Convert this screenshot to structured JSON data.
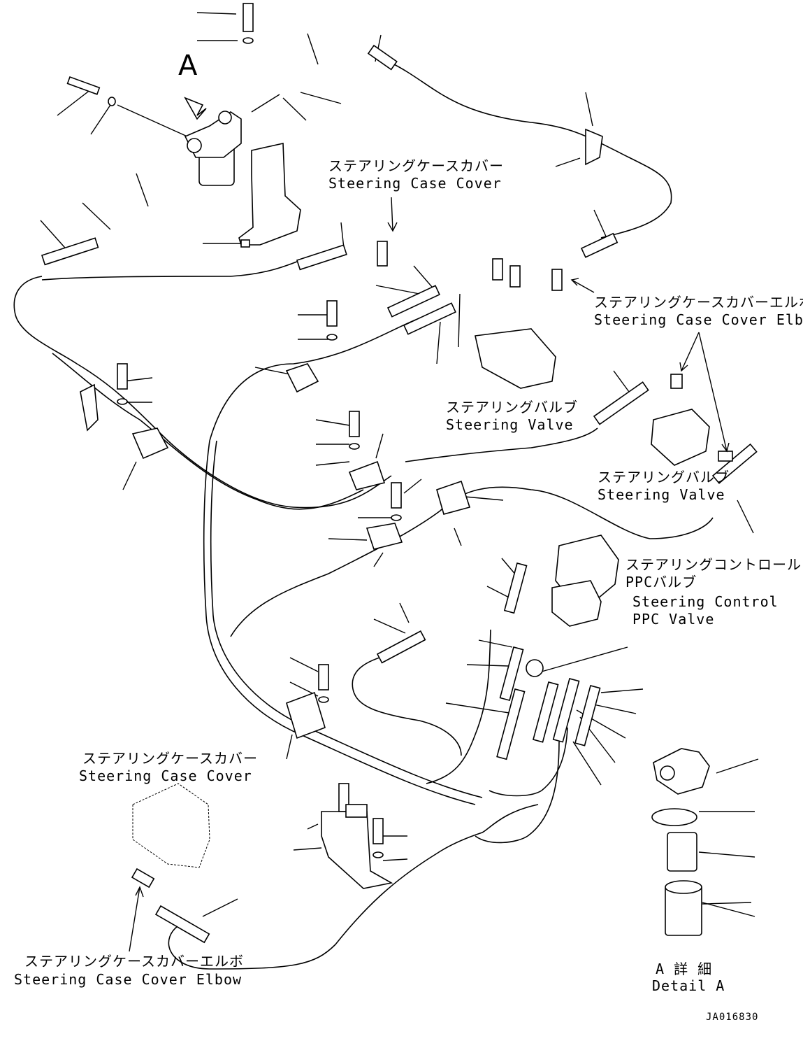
{
  "labels": {
    "view_marker": "A",
    "case_cover_top_ja": "ステアリングケースカバー",
    "case_cover_top_en": "Steering Case Cover",
    "elbow_right_ja": "ステアリングケースカバーエルボ",
    "elbow_right_en": "Steering Case Cover Elbow",
    "valve_center_ja": "ステアリングバルブ",
    "valve_center_en": "Steering Valve",
    "valve_right_ja": "ステアリングバルブ",
    "valve_right_en": "Steering Valve",
    "ppc_ja_1": "ステアリングコントロール",
    "ppc_ja_2": "PPCバルブ",
    "ppc_en_1": "Steering Control",
    "ppc_en_2": "PPC Valve",
    "case_cover_left_ja": "ステアリングケースカバー",
    "case_cover_left_en": "Steering Case Cover",
    "elbow_left_ja": "ステアリングケースカバーエルボ",
    "elbow_left_en": "Steering Case Cover Elbow",
    "detail_ja": "A 詳 細",
    "detail_en": "Detail A",
    "drawing_code": "JA016830"
  }
}
